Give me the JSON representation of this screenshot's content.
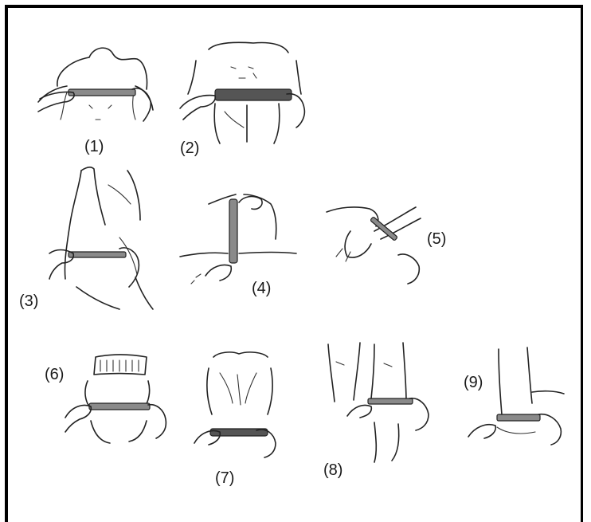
{
  "panels": [
    {
      "id": "1",
      "label": "(1)"
    },
    {
      "id": "2",
      "label": "(2)"
    },
    {
      "id": "3",
      "label": "(3)"
    },
    {
      "id": "4",
      "label": "(4)"
    },
    {
      "id": "5",
      "label": "(5)"
    },
    {
      "id": "6",
      "label": "(6)"
    },
    {
      "id": "7",
      "label": "(7)"
    },
    {
      "id": "8",
      "label": "(8)"
    },
    {
      "id": "9",
      "label": "(9)"
    }
  ]
}
